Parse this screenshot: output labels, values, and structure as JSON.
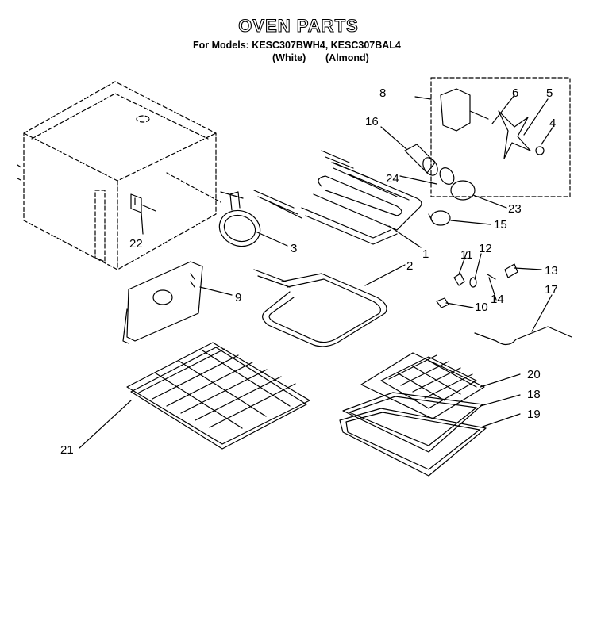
{
  "header": {
    "title": "OVEN PARTS",
    "models_line": "For Models: KESC307BWH4, KESC307BAL4",
    "color_white": "(White)",
    "color_almond": "(Almond)"
  },
  "callouts": [
    "1",
    "2",
    "3",
    "4",
    "5",
    "6",
    "8",
    "9",
    "10",
    "11",
    "12",
    "13",
    "14",
    "15",
    "16",
    "17",
    "18",
    "19",
    "20",
    "21",
    "22",
    "23",
    "24"
  ],
  "colors": {
    "ink": "#000000",
    "paper": "#ffffff"
  }
}
